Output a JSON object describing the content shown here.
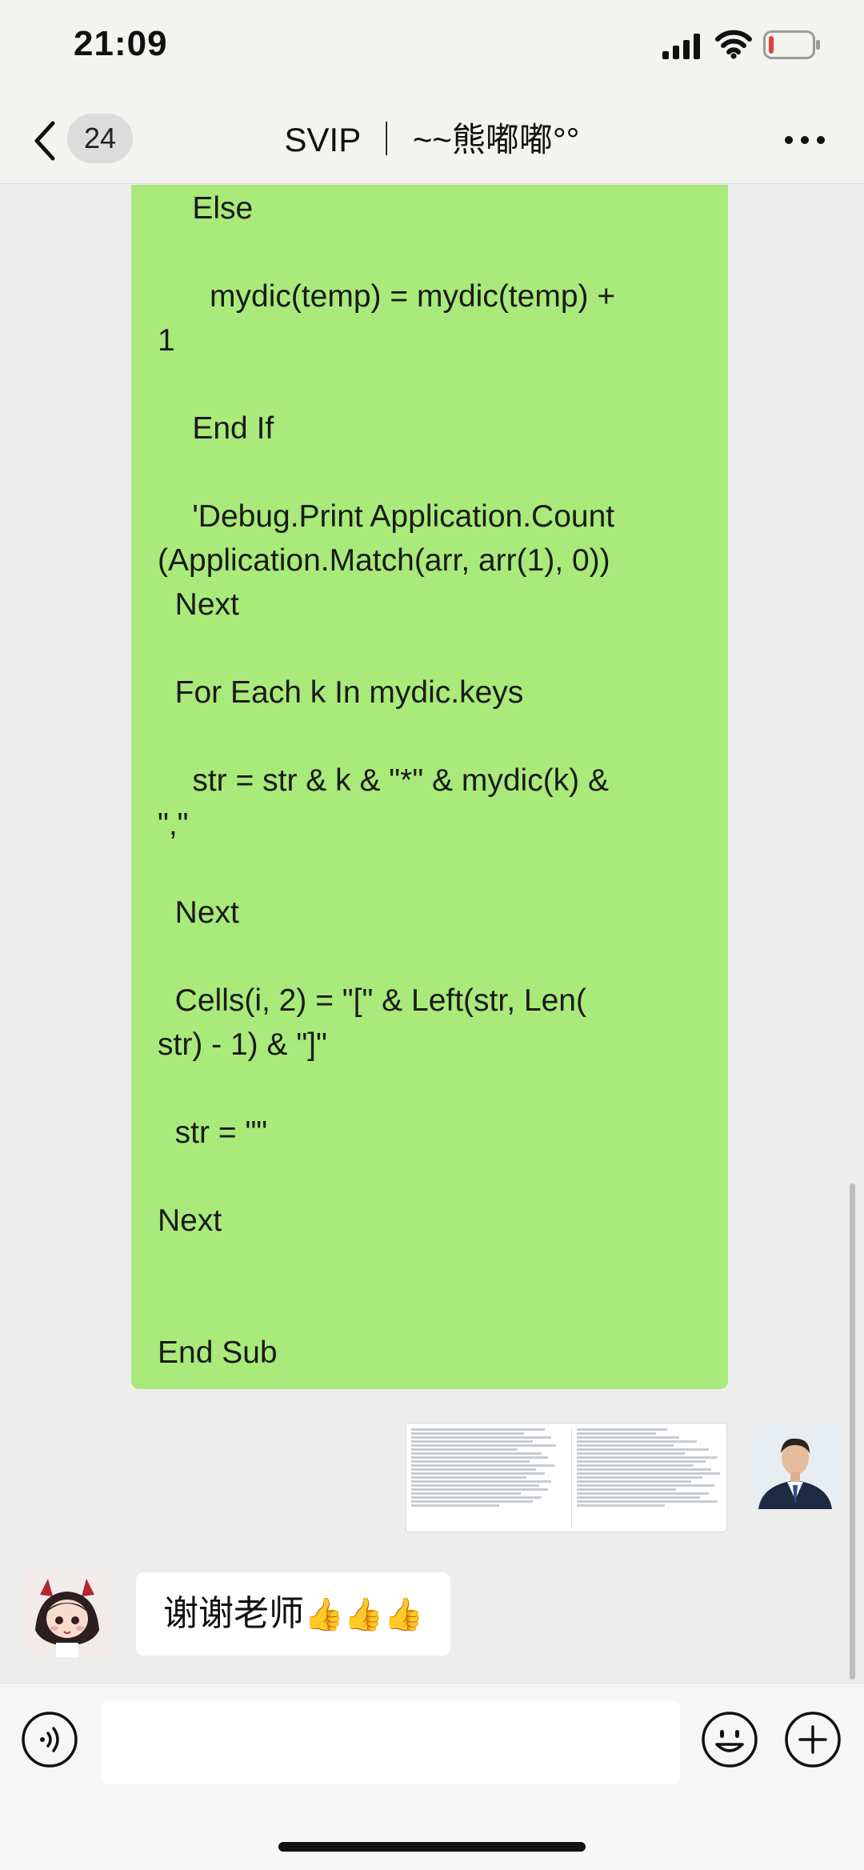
{
  "status_bar": {
    "time": "21:09",
    "icons": [
      "signal-icon",
      "wifi-icon",
      "battery-low-icon"
    ]
  },
  "nav": {
    "back_icon": "chevron-left-icon",
    "unread_count": "24",
    "title": "SVIP ｜ ~~熊嘟嘟°°",
    "more_icon": "more-dots-icon"
  },
  "code_message": {
    "lines": [
      "    Else",
      "      mydic(temp) = mydic(temp) +\n1",
      "    End If",
      "    'Debug.Print Application.Count\n(Application.Match(arr, arr(1), 0))",
      "  Next",
      "  For Each k In mydic.keys",
      "    str = str & k & \"*\" & mydic(k) &\n\",\"",
      "  Next",
      "  Cells(i, 2) = \"[\" & Left(str, Len(\nstr) - 1) & \"]\"",
      "  str = \"\"",
      "Next",
      "End Sub"
    ]
  },
  "image_message": {
    "kind": "spreadsheet-screenshot"
  },
  "reply_message": {
    "text": "谢谢老师",
    "thumbs": "👍👍👍"
  },
  "input_bar": {
    "voice_icon": "voice-icon",
    "placeholder": "",
    "emoji_icon": "emoji-icon",
    "plus_icon": "plus-icon"
  },
  "colors": {
    "sent_bubble": "#a9ea7a",
    "received_bubble": "#ffffff",
    "chat_background": "#ededed",
    "header_background": "#f3f4ef"
  }
}
